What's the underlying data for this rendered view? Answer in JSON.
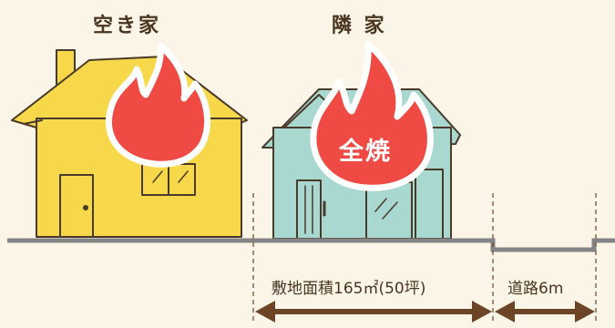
{
  "labels": {
    "vacant_house": "空き家",
    "neighbor_house": "隣 家",
    "burn_status": "全焼"
  },
  "dimensions": {
    "lot_area": "敷地面積165㎡(50坪)",
    "road_width": "道路6m"
  },
  "colors": {
    "vacant_house_wall": "#f7d84a",
    "neighbor_house_wall": "#a8d8d0",
    "fire": "#f04a45",
    "arrow": "#6e4426",
    "text": "#4a3520"
  },
  "icons": [
    "fire-icon",
    "double-arrow-icon",
    "house-icon"
  ]
}
